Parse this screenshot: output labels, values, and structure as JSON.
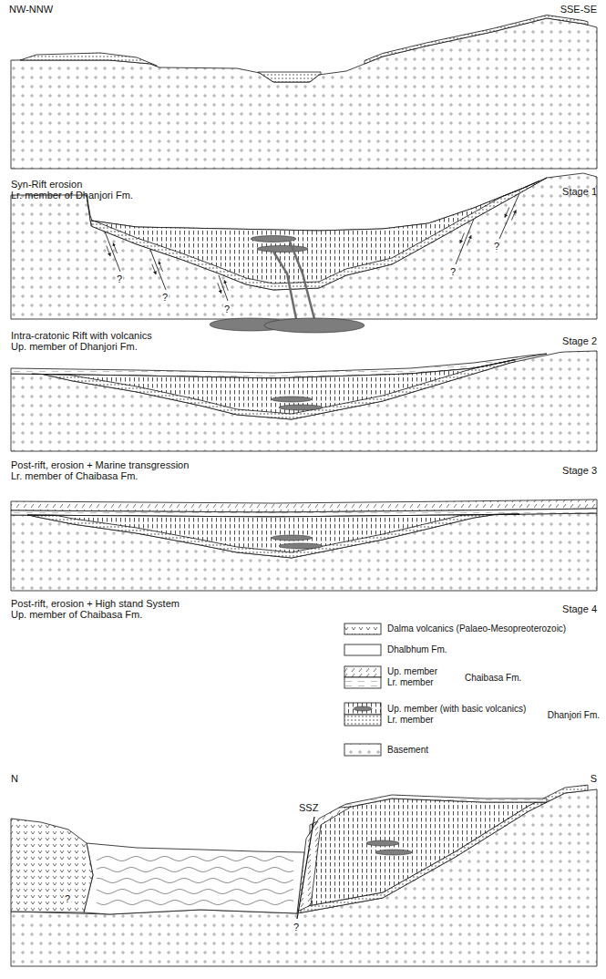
{
  "diagram": {
    "labels": [
      "NW-NNW",
      "SSE-SE",
      "Syn-Rift erosion",
      "Lr. member of Dhanjori Fm.",
      "Stage 1",
      "?",
      "?",
      "?",
      "?",
      "?",
      "Intra-cratonic Rift with volcanics",
      "Up. member of Dhanjori Fm.",
      "Stage 2",
      "Post-rift, erosion + Marine transgression",
      "Lr. member of Chaibasa Fm.",
      "Stage 3",
      "Post-rift, erosion + High stand System",
      "Up. member of Chaibasa Fm.",
      "Stage 4",
      "Chaibasa Fm.",
      "Dhanjori Fm.",
      "N",
      "S",
      "SSZ",
      "?",
      "?"
    ],
    "legend": [
      {
        "text": "Dalma volcanics (Palaeo-Mesopreoterozoic)"
      },
      {
        "text": "Dhalbhum Fm."
      },
      {
        "text": "Up. member"
      },
      {
        "text": "Lr. member"
      },
      {
        "text": "Up. member (with basic volcanics)"
      },
      {
        "text": "Lr. member"
      },
      {
        "text": "Basement"
      }
    ]
  }
}
